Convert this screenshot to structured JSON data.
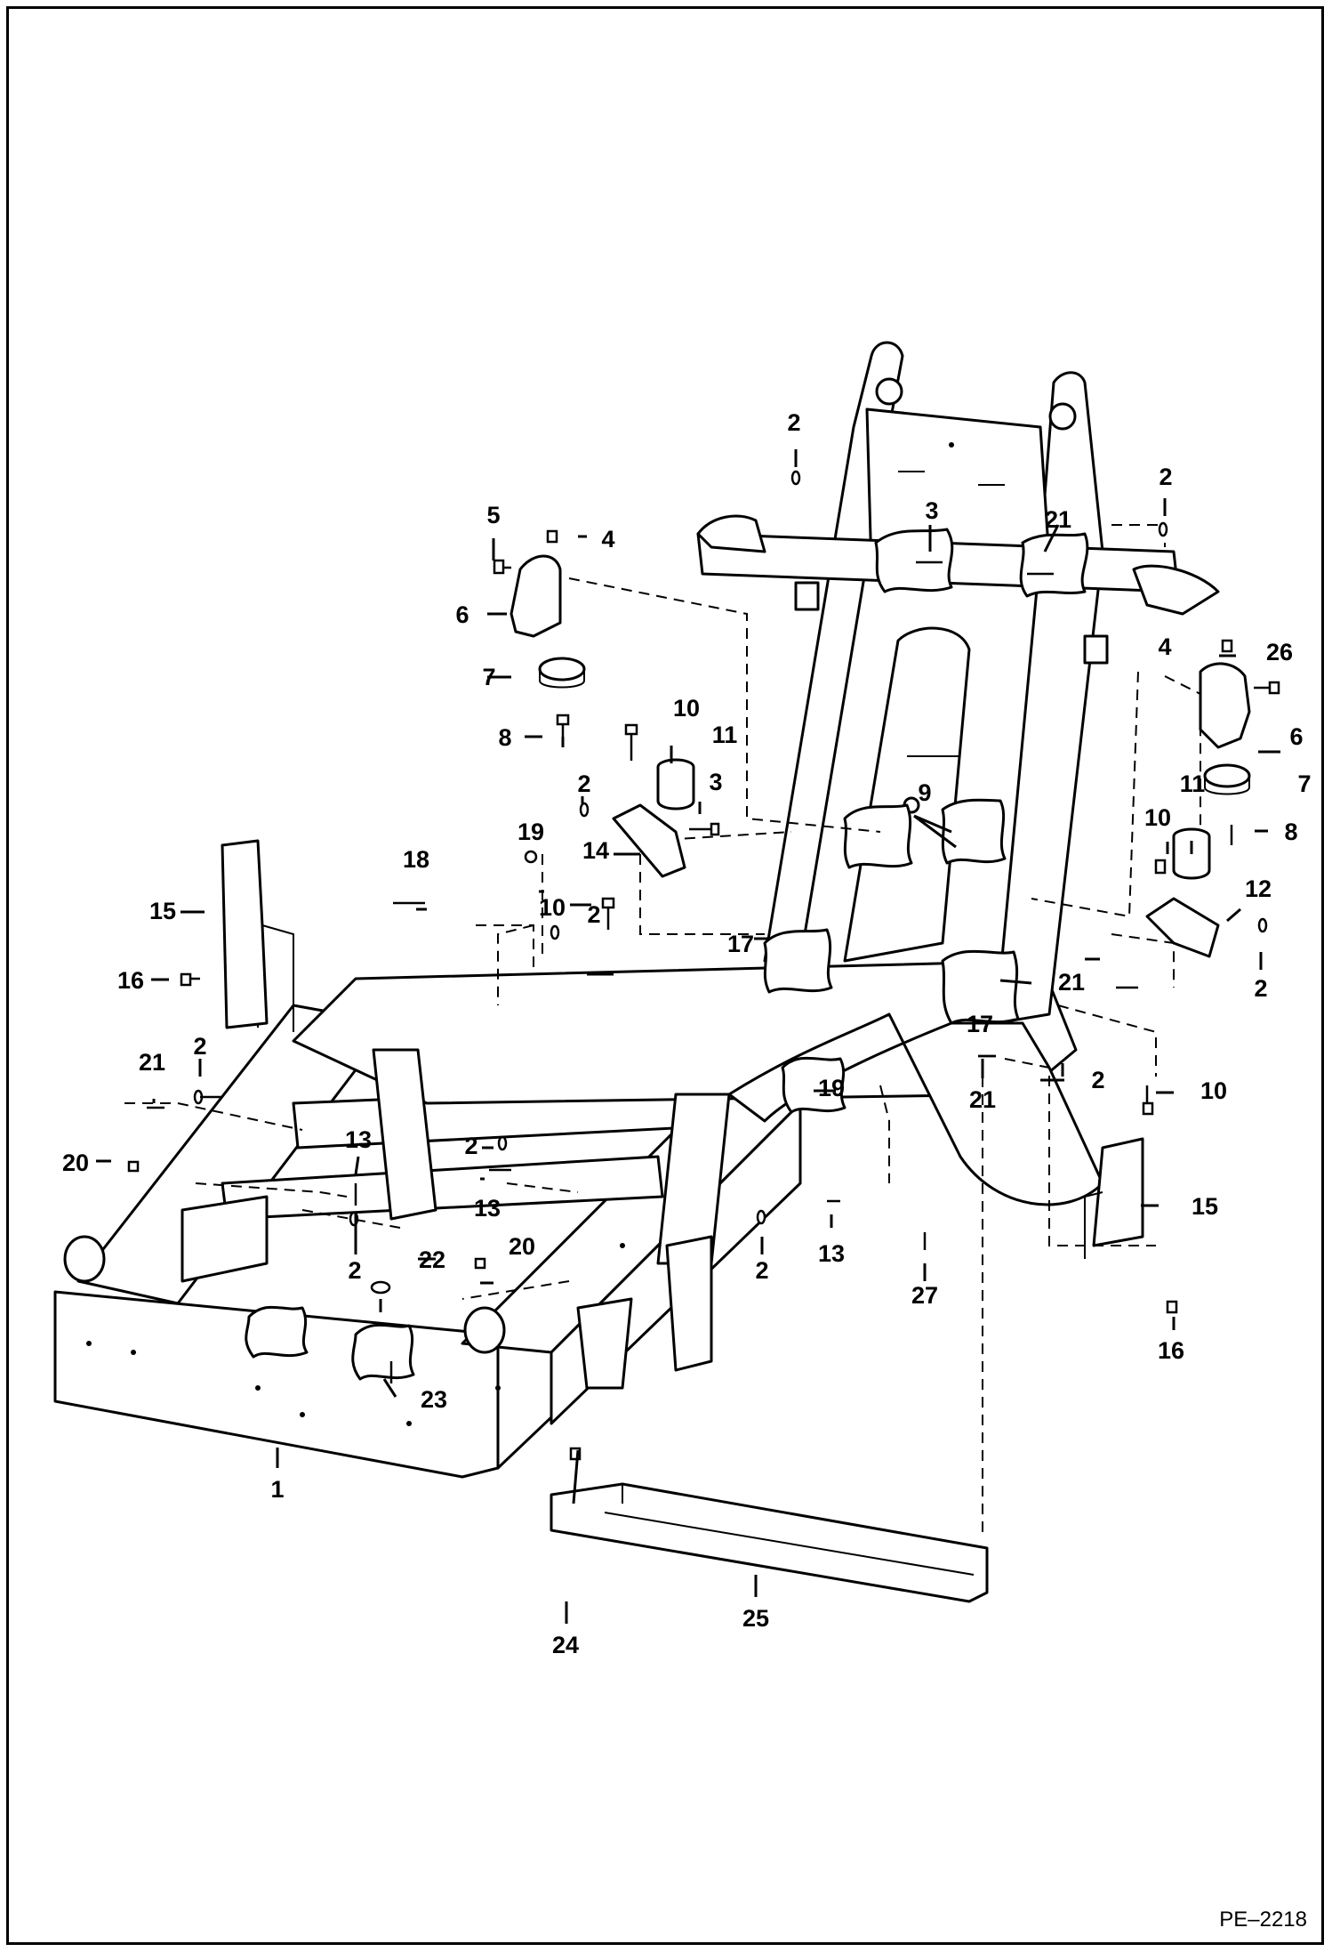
{
  "diagram": {
    "reference_code": "PE–2218",
    "callouts": [
      {
        "id": "c1",
        "label": "1"
      },
      {
        "id": "c2a",
        "label": "2"
      },
      {
        "id": "c2b",
        "label": "2"
      },
      {
        "id": "c2c",
        "label": "2"
      },
      {
        "id": "c2d",
        "label": "2"
      },
      {
        "id": "c2e",
        "label": "2"
      },
      {
        "id": "c2f",
        "label": "2"
      },
      {
        "id": "c2g",
        "label": "2"
      },
      {
        "id": "c2h",
        "label": "2"
      },
      {
        "id": "c2i",
        "label": "2"
      },
      {
        "id": "c2j",
        "label": "2"
      },
      {
        "id": "c3a",
        "label": "3"
      },
      {
        "id": "c3b",
        "label": "3"
      },
      {
        "id": "c4a",
        "label": "4"
      },
      {
        "id": "c4b",
        "label": "4"
      },
      {
        "id": "c5",
        "label": "5"
      },
      {
        "id": "c6a",
        "label": "6"
      },
      {
        "id": "c6b",
        "label": "6"
      },
      {
        "id": "c7a",
        "label": "7"
      },
      {
        "id": "c7b",
        "label": "7"
      },
      {
        "id": "c8a",
        "label": "8"
      },
      {
        "id": "c8b",
        "label": "8"
      },
      {
        "id": "c9",
        "label": "9"
      },
      {
        "id": "c10a",
        "label": "10"
      },
      {
        "id": "c10b",
        "label": "10"
      },
      {
        "id": "c10c",
        "label": "10"
      },
      {
        "id": "c10d",
        "label": "10"
      },
      {
        "id": "c11a",
        "label": "11"
      },
      {
        "id": "c11b",
        "label": "11"
      },
      {
        "id": "c12",
        "label": "12"
      },
      {
        "id": "c13a",
        "label": "13"
      },
      {
        "id": "c13b",
        "label": "13"
      },
      {
        "id": "c13c",
        "label": "13"
      },
      {
        "id": "c14",
        "label": "14"
      },
      {
        "id": "c15a",
        "label": "15"
      },
      {
        "id": "c15b",
        "label": "15"
      },
      {
        "id": "c16a",
        "label": "16"
      },
      {
        "id": "c16b",
        "label": "16"
      },
      {
        "id": "c17a",
        "label": "17"
      },
      {
        "id": "c17b",
        "label": "17"
      },
      {
        "id": "c18",
        "label": "18"
      },
      {
        "id": "c19a",
        "label": "19"
      },
      {
        "id": "c19b",
        "label": "19"
      },
      {
        "id": "c20a",
        "label": "20"
      },
      {
        "id": "c20b",
        "label": "20"
      },
      {
        "id": "c21a",
        "label": "21"
      },
      {
        "id": "c21b",
        "label": "21"
      },
      {
        "id": "c21c",
        "label": "21"
      },
      {
        "id": "c21d",
        "label": "21"
      },
      {
        "id": "c22",
        "label": "22"
      },
      {
        "id": "c23",
        "label": "23"
      },
      {
        "id": "c24",
        "label": "24"
      },
      {
        "id": "c25",
        "label": "25"
      },
      {
        "id": "c26",
        "label": "26"
      },
      {
        "id": "c27",
        "label": "27"
      }
    ]
  }
}
